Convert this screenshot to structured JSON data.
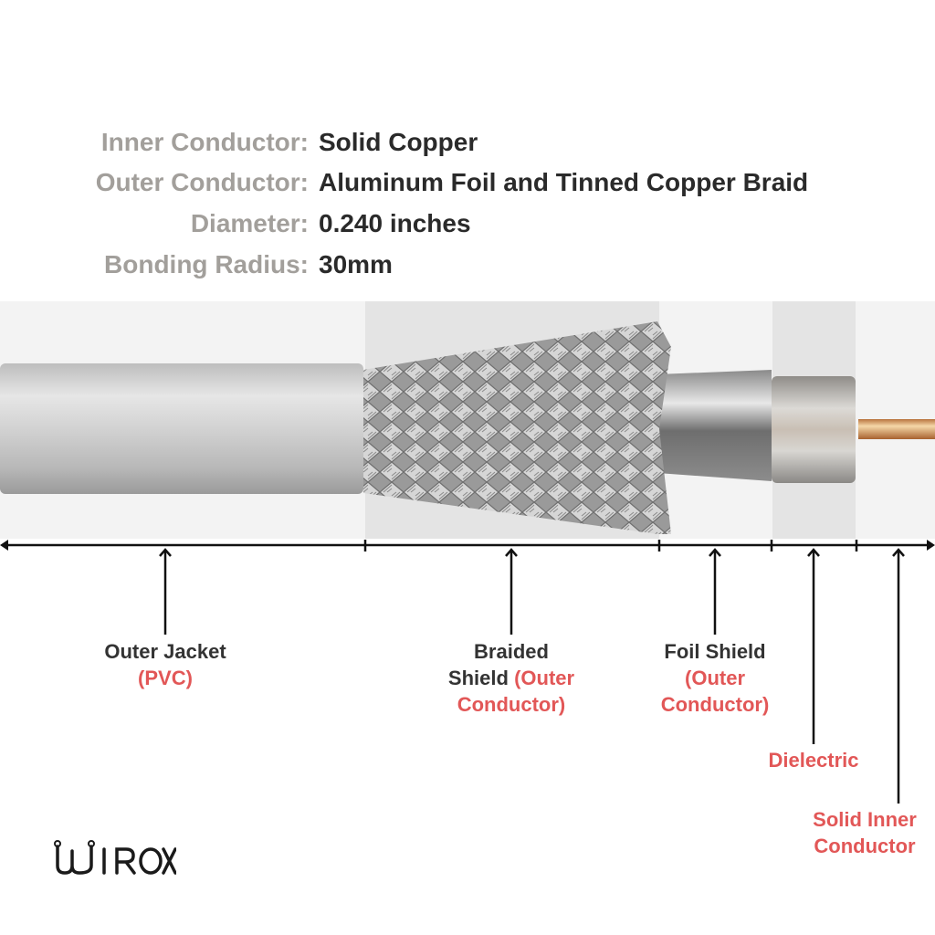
{
  "specs": [
    {
      "label": "Inner Conductor:",
      "value": "Solid Copper"
    },
    {
      "label": "Outer Conductor:",
      "value": "Aluminum Foil and Tinned Copper Braid"
    },
    {
      "label": "Diameter:",
      "value": "0.240 inches"
    },
    {
      "label": "Bonding Radius:",
      "value": "30mm"
    }
  ],
  "parts": {
    "outer_jacket": {
      "name": "Outer Jacket",
      "detail": "(PVC)"
    },
    "braided_shield": {
      "name_1": "Braided",
      "name_2": "Shield",
      "detail_1": "(Outer",
      "detail_2": "Conductor)"
    },
    "foil_shield": {
      "name": "Foil Shield",
      "detail_1": "(Outer",
      "detail_2": "Conductor)"
    },
    "dielectric": {
      "name": "Dielectric"
    },
    "inner_conductor": {
      "name_1": "Solid Inner",
      "name_2": "Conductor"
    }
  },
  "logo": {
    "text": "WIROX"
  },
  "colors": {
    "label_gray": "#a29f9b",
    "value_dark": "#2a2a2a",
    "accent_red": "#e25757",
    "copper": "#c8814a"
  }
}
